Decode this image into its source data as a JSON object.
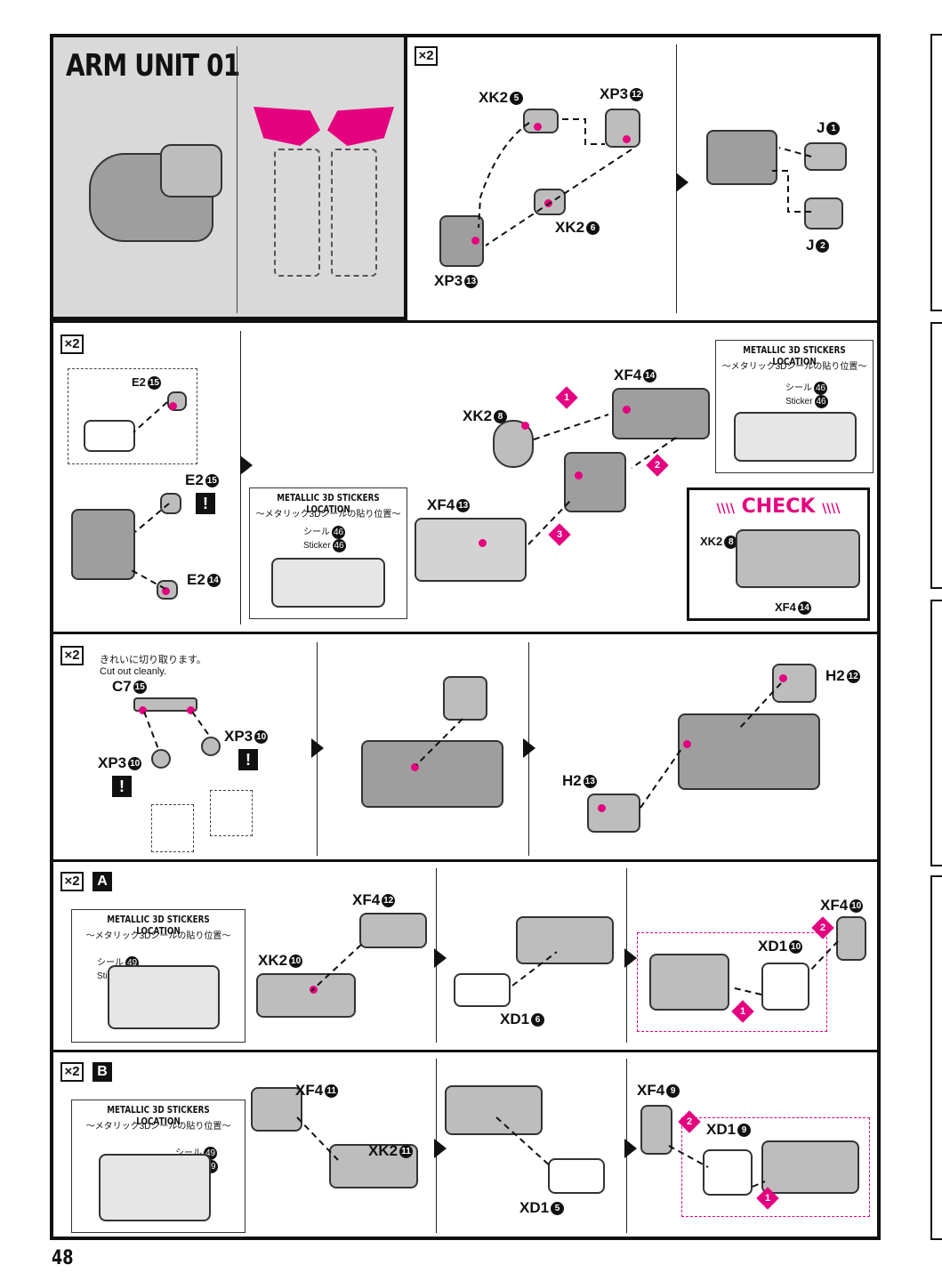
{
  "page_title": "ARM UNIT 01",
  "page_number": "48",
  "multiplier": "×2",
  "section_a_letter": "A",
  "section_b_letter": "B",
  "step_arrow_glyph": "▶",
  "warning_glyph": "!",
  "stickers": {
    "title": "METALLIC 3D STICKERS LOCATION",
    "subtitle": "～メタリック3Dシールの貼り位置～",
    "seal_label": "シール",
    "sticker_label": "Sticker",
    "numbers": {
      "row2_left": "46",
      "row2_right": "46",
      "row4": "49",
      "row5": "49"
    }
  },
  "check": {
    "title": "CHECK",
    "xk2_label": "XK2",
    "xk2_num": "8",
    "xf4_label": "XF4",
    "xf4_num": "14"
  },
  "note": {
    "jp": "きれいに切り取ります。",
    "en": "Cut out cleanly."
  },
  "step_numbers": [
    "1",
    "2",
    "3"
  ],
  "parts": {
    "r1": [
      {
        "code": "XK2",
        "num": "5"
      },
      {
        "code": "XP3",
        "num": "12"
      },
      {
        "code": "XK2",
        "num": "6"
      },
      {
        "code": "XP3",
        "num": "13"
      },
      {
        "code": "J",
        "num": "1"
      },
      {
        "code": "J",
        "num": "2"
      }
    ],
    "r2": [
      {
        "code": "E2",
        "num": "15"
      },
      {
        "code": "E2",
        "num": "15"
      },
      {
        "code": "E2",
        "num": "14"
      },
      {
        "code": "XK2",
        "num": "8"
      },
      {
        "code": "XF4",
        "num": "14"
      },
      {
        "code": "XF4",
        "num": "13"
      }
    ],
    "r3": [
      {
        "code": "C7",
        "num": "15"
      },
      {
        "code": "XP3",
        "num": "10"
      },
      {
        "code": "XP3",
        "num": "10"
      },
      {
        "code": "H2",
        "num": "12"
      },
      {
        "code": "H2",
        "num": "13"
      }
    ],
    "r4": [
      {
        "code": "XF4",
        "num": "12"
      },
      {
        "code": "XK2",
        "num": "10"
      },
      {
        "code": "XD1",
        "num": "6"
      },
      {
        "code": "XF4",
        "num": "10"
      },
      {
        "code": "XD1",
        "num": "10"
      }
    ],
    "r5": [
      {
        "code": "XF4",
        "num": "11"
      },
      {
        "code": "XK2",
        "num": "11"
      },
      {
        "code": "XD1",
        "num": "5"
      },
      {
        "code": "XF4",
        "num": "9"
      },
      {
        "code": "XD1",
        "num": "9"
      }
    ]
  },
  "colors": {
    "accent": "#e4007f",
    "frame": "#111111",
    "part": "#bdbdbd",
    "title_bg": "#d9d9d9"
  }
}
